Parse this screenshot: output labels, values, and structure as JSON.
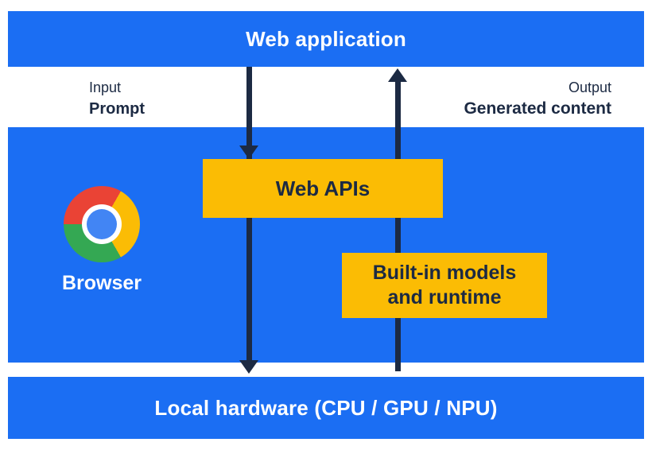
{
  "colors": {
    "blue": "#1b6ef3",
    "yellow": "#fbbc04",
    "dark": "#1c2a43",
    "logo-red": "#ea4335",
    "logo-yellow": "#fbbc05",
    "logo-green": "#34a853",
    "logo-blue": "#4285f4"
  },
  "diagram": {
    "web_application_bar": {
      "label": "Web application"
    },
    "input": {
      "label": "Input",
      "value": "Prompt"
    },
    "output": {
      "label": "Output",
      "value": "Generated content"
    },
    "browser": {
      "label": "Browser"
    },
    "web_apis_box": {
      "label": "Web APIs"
    },
    "builtin_models_box": {
      "line1": "Built-in models",
      "line2": "and runtime"
    },
    "local_hardware_bar": {
      "label": "Local hardware (CPU / GPU / NPU)"
    }
  }
}
